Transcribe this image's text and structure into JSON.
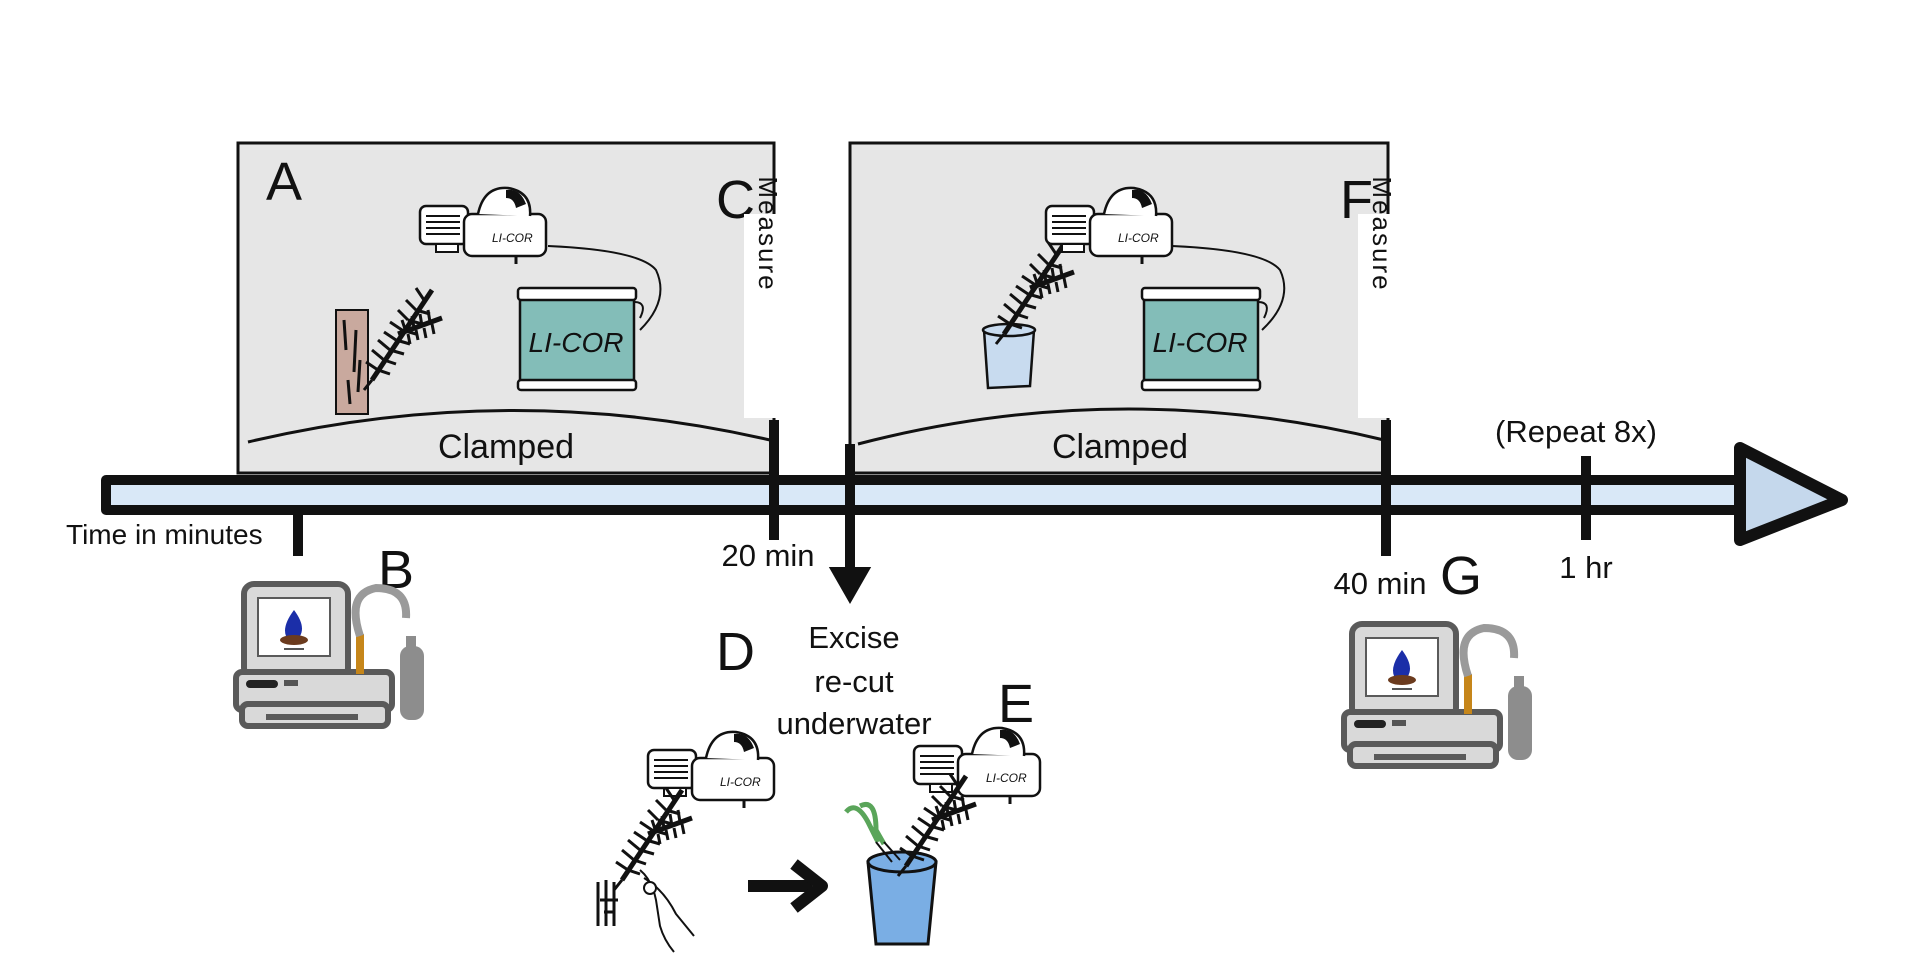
{
  "panels": {
    "a": {
      "letter": "A",
      "caption": "Clamped"
    },
    "b": {
      "letter": "B"
    },
    "c": {
      "letter": "C",
      "measure": "Measure"
    },
    "d": {
      "letter": "D"
    },
    "e": {
      "letter": "E"
    },
    "f": {
      "letter": "F",
      "measure": "Measure",
      "caption": "Clamped"
    },
    "g": {
      "letter": "G"
    }
  },
  "timeline": {
    "axis_label": "Time in minutes",
    "ticks": [
      "20 min",
      "40 min",
      "1 hr"
    ],
    "repeat_note": "(Repeat 8x)"
  },
  "excise": {
    "line1": "Excise",
    "line2": "re-cut",
    "line3": "underwater"
  },
  "logos": {
    "licor": "LI-COR",
    "sensor": "LI-COR"
  },
  "colors": {
    "panel_bg": "#e6e6e6",
    "timeline_fill": "#d9e8f7",
    "arrowhead": "#c5d8ec",
    "teal_box": "#83bdb8",
    "bucket_pale": "#c8dbef",
    "bucket_blue": "#7aaee4",
    "bark": "#c9a99e"
  }
}
